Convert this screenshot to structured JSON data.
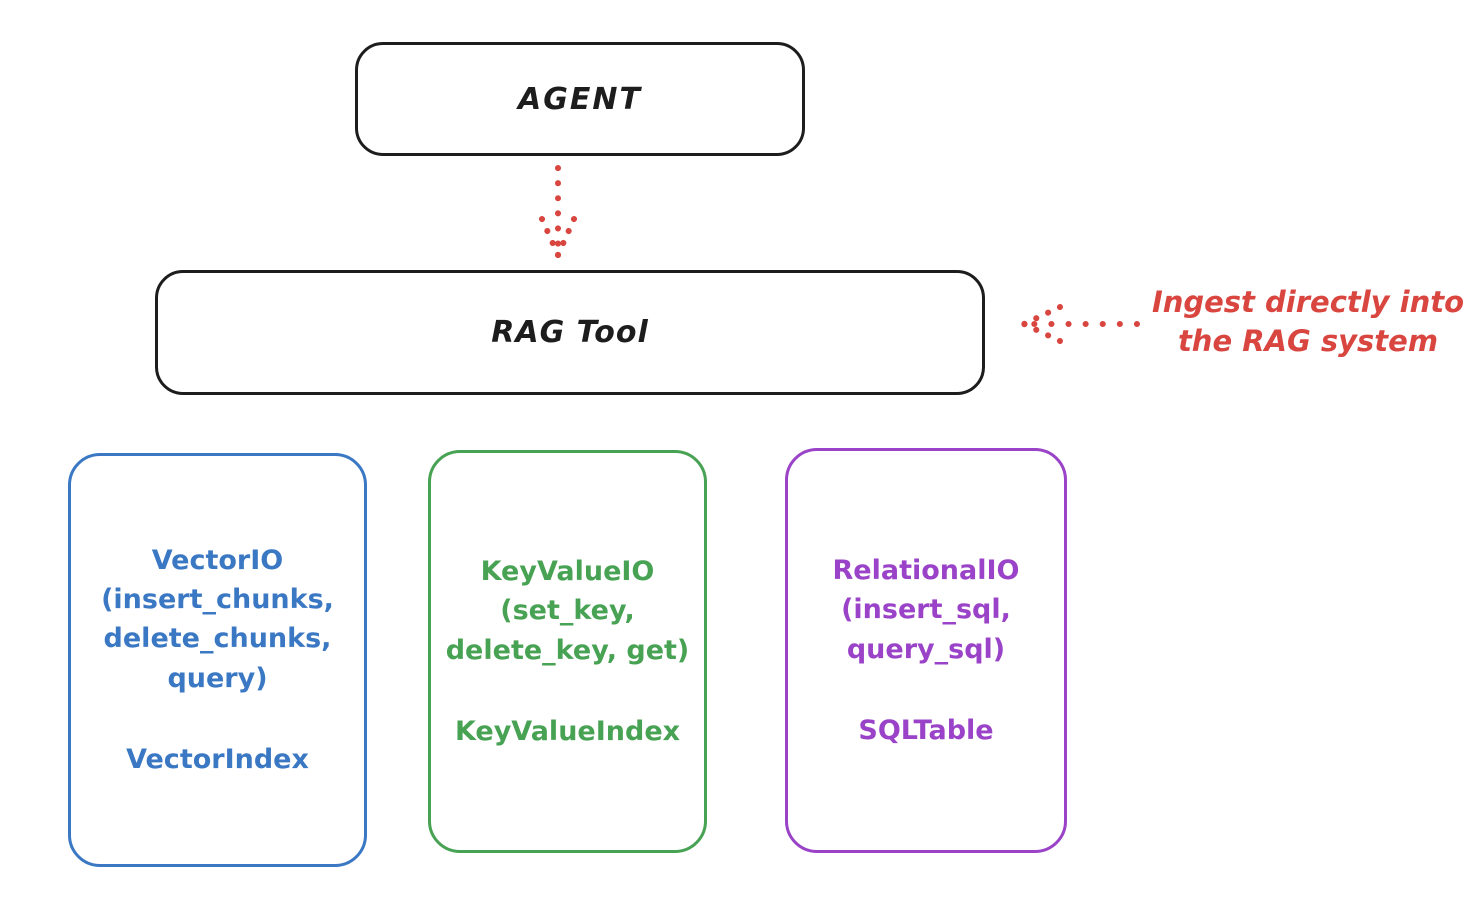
{
  "agent_box": {
    "label": "AGENT"
  },
  "rag_tool_box": {
    "label": "RAG Tool"
  },
  "annotation": {
    "text_line1": "Ingest directly into",
    "text_line2": "the RAG system"
  },
  "modules": [
    {
      "name": "VectorIO",
      "lines": [
        "VectorIO",
        "(insert_chunks,",
        "delete_chunks,",
        "query)"
      ],
      "index_label": "VectorIndex",
      "color": "#3b78c4"
    },
    {
      "name": "KeyValueIO",
      "lines": [
        "KeyValueIO",
        "(set_key,",
        "delete_key, get)"
      ],
      "index_label": "KeyValueIndex",
      "color": "#48a254"
    },
    {
      "name": "RelationalIO",
      "lines": [
        "RelationalIO",
        "(insert_sql,",
        "query_sql)"
      ],
      "index_label": "SQLTable",
      "color": "#9a43c8"
    }
  ],
  "colors": {
    "stroke_black": "#1d1d1d",
    "accent_red": "#d9453f",
    "vector_blue": "#3b78c4",
    "keyvalue_green": "#48a254",
    "relational_purple": "#9a43c8"
  }
}
